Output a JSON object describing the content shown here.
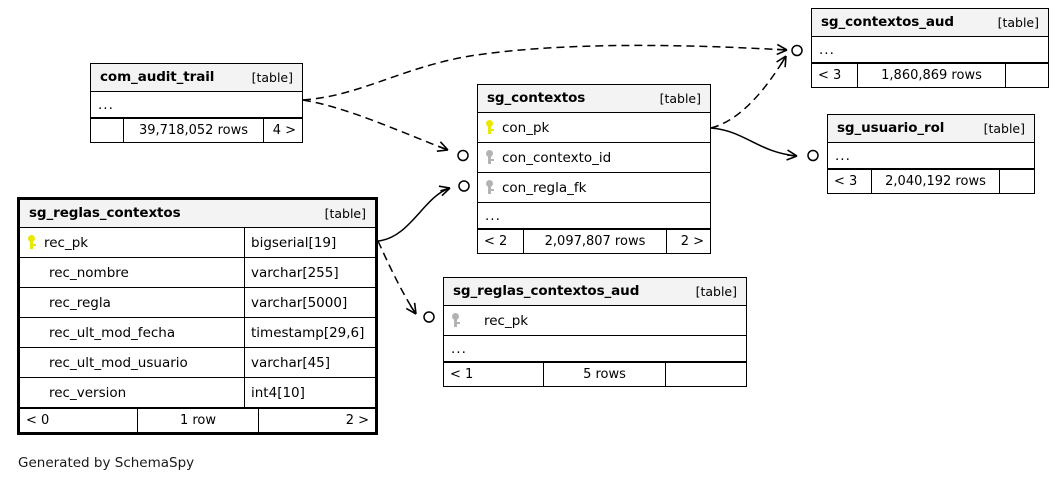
{
  "diagram": {
    "generator_note": "Generated by SchemaSpy",
    "table_tag": "[table]",
    "ellipsis": "...",
    "colors": {
      "primary_key": "#e8e800",
      "foreign_key": "#b3b3b3",
      "header_fill": "#f3f3f3",
      "border": "#000000",
      "background": "#ffffff"
    }
  },
  "tables": {
    "com_audit_trail": {
      "name": "com_audit_trail",
      "tag": "[table]",
      "ellipsis": "...",
      "footer": {
        "left": "",
        "middle": "39,718,052 rows",
        "right": "4 >"
      }
    },
    "sg_contextos": {
      "name": "sg_contextos",
      "tag": "[table]",
      "ellipsis": "...",
      "columns": [
        {
          "name": "con_pk",
          "key": "pk",
          "type": ""
        },
        {
          "name": "con_contexto_id",
          "key": "fk",
          "type": ""
        },
        {
          "name": "con_regla_fk",
          "key": "fk",
          "type": ""
        }
      ],
      "footer": {
        "left": "< 2",
        "middle": "2,097,807 rows",
        "right": "2 >"
      }
    },
    "sg_contextos_aud": {
      "name": "sg_contextos_aud",
      "tag": "[table]",
      "ellipsis": "...",
      "footer": {
        "left": "< 3",
        "middle": "1,860,869 rows",
        "right": ""
      }
    },
    "sg_usuario_rol": {
      "name": "sg_usuario_rol",
      "tag": "[table]",
      "ellipsis": "...",
      "footer": {
        "left": "< 3",
        "middle": "2,040,192 rows",
        "right": ""
      }
    },
    "sg_reglas_contextos": {
      "name": "sg_reglas_contextos",
      "tag": "[table]",
      "focal": true,
      "columns": [
        {
          "name": "rec_pk",
          "key": "pk",
          "type": "bigserial[19]"
        },
        {
          "name": "rec_nombre",
          "key": "none",
          "type": "varchar[255]"
        },
        {
          "name": "rec_regla",
          "key": "none",
          "type": "varchar[5000]"
        },
        {
          "name": "rec_ult_mod_fecha",
          "key": "none",
          "type": "timestamp[29,6]"
        },
        {
          "name": "rec_ult_mod_usuario",
          "key": "none",
          "type": "varchar[45]"
        },
        {
          "name": "rec_version",
          "key": "none",
          "type": "int4[10]"
        }
      ],
      "footer": {
        "left": "< 0",
        "middle": "1 row",
        "right": "2 >"
      }
    },
    "sg_reglas_contextos_aud": {
      "name": "sg_reglas_contextos_aud",
      "tag": "[table]",
      "ellipsis": "...",
      "columns": [
        {
          "name": "rec_pk",
          "key": "fk",
          "type": ""
        }
      ],
      "footer": {
        "left": "< 1",
        "middle": "5 rows",
        "right": ""
      }
    }
  },
  "relationships": [
    {
      "from": "com_audit_trail",
      "to": "sg_contextos_aud",
      "style": "dashed"
    },
    {
      "from": "com_audit_trail",
      "to": "sg_contextos",
      "style": "dashed"
    },
    {
      "from": "sg_contextos",
      "to": "sg_contextos_aud",
      "style": "dashed"
    },
    {
      "from": "sg_contextos",
      "to": "sg_usuario_rol",
      "style": "solid"
    },
    {
      "from": "sg_reglas_contextos",
      "to": "sg_contextos",
      "style": "solid"
    },
    {
      "from": "sg_reglas_contextos",
      "to": "sg_reglas_contextos_aud",
      "style": "dashed"
    }
  ]
}
